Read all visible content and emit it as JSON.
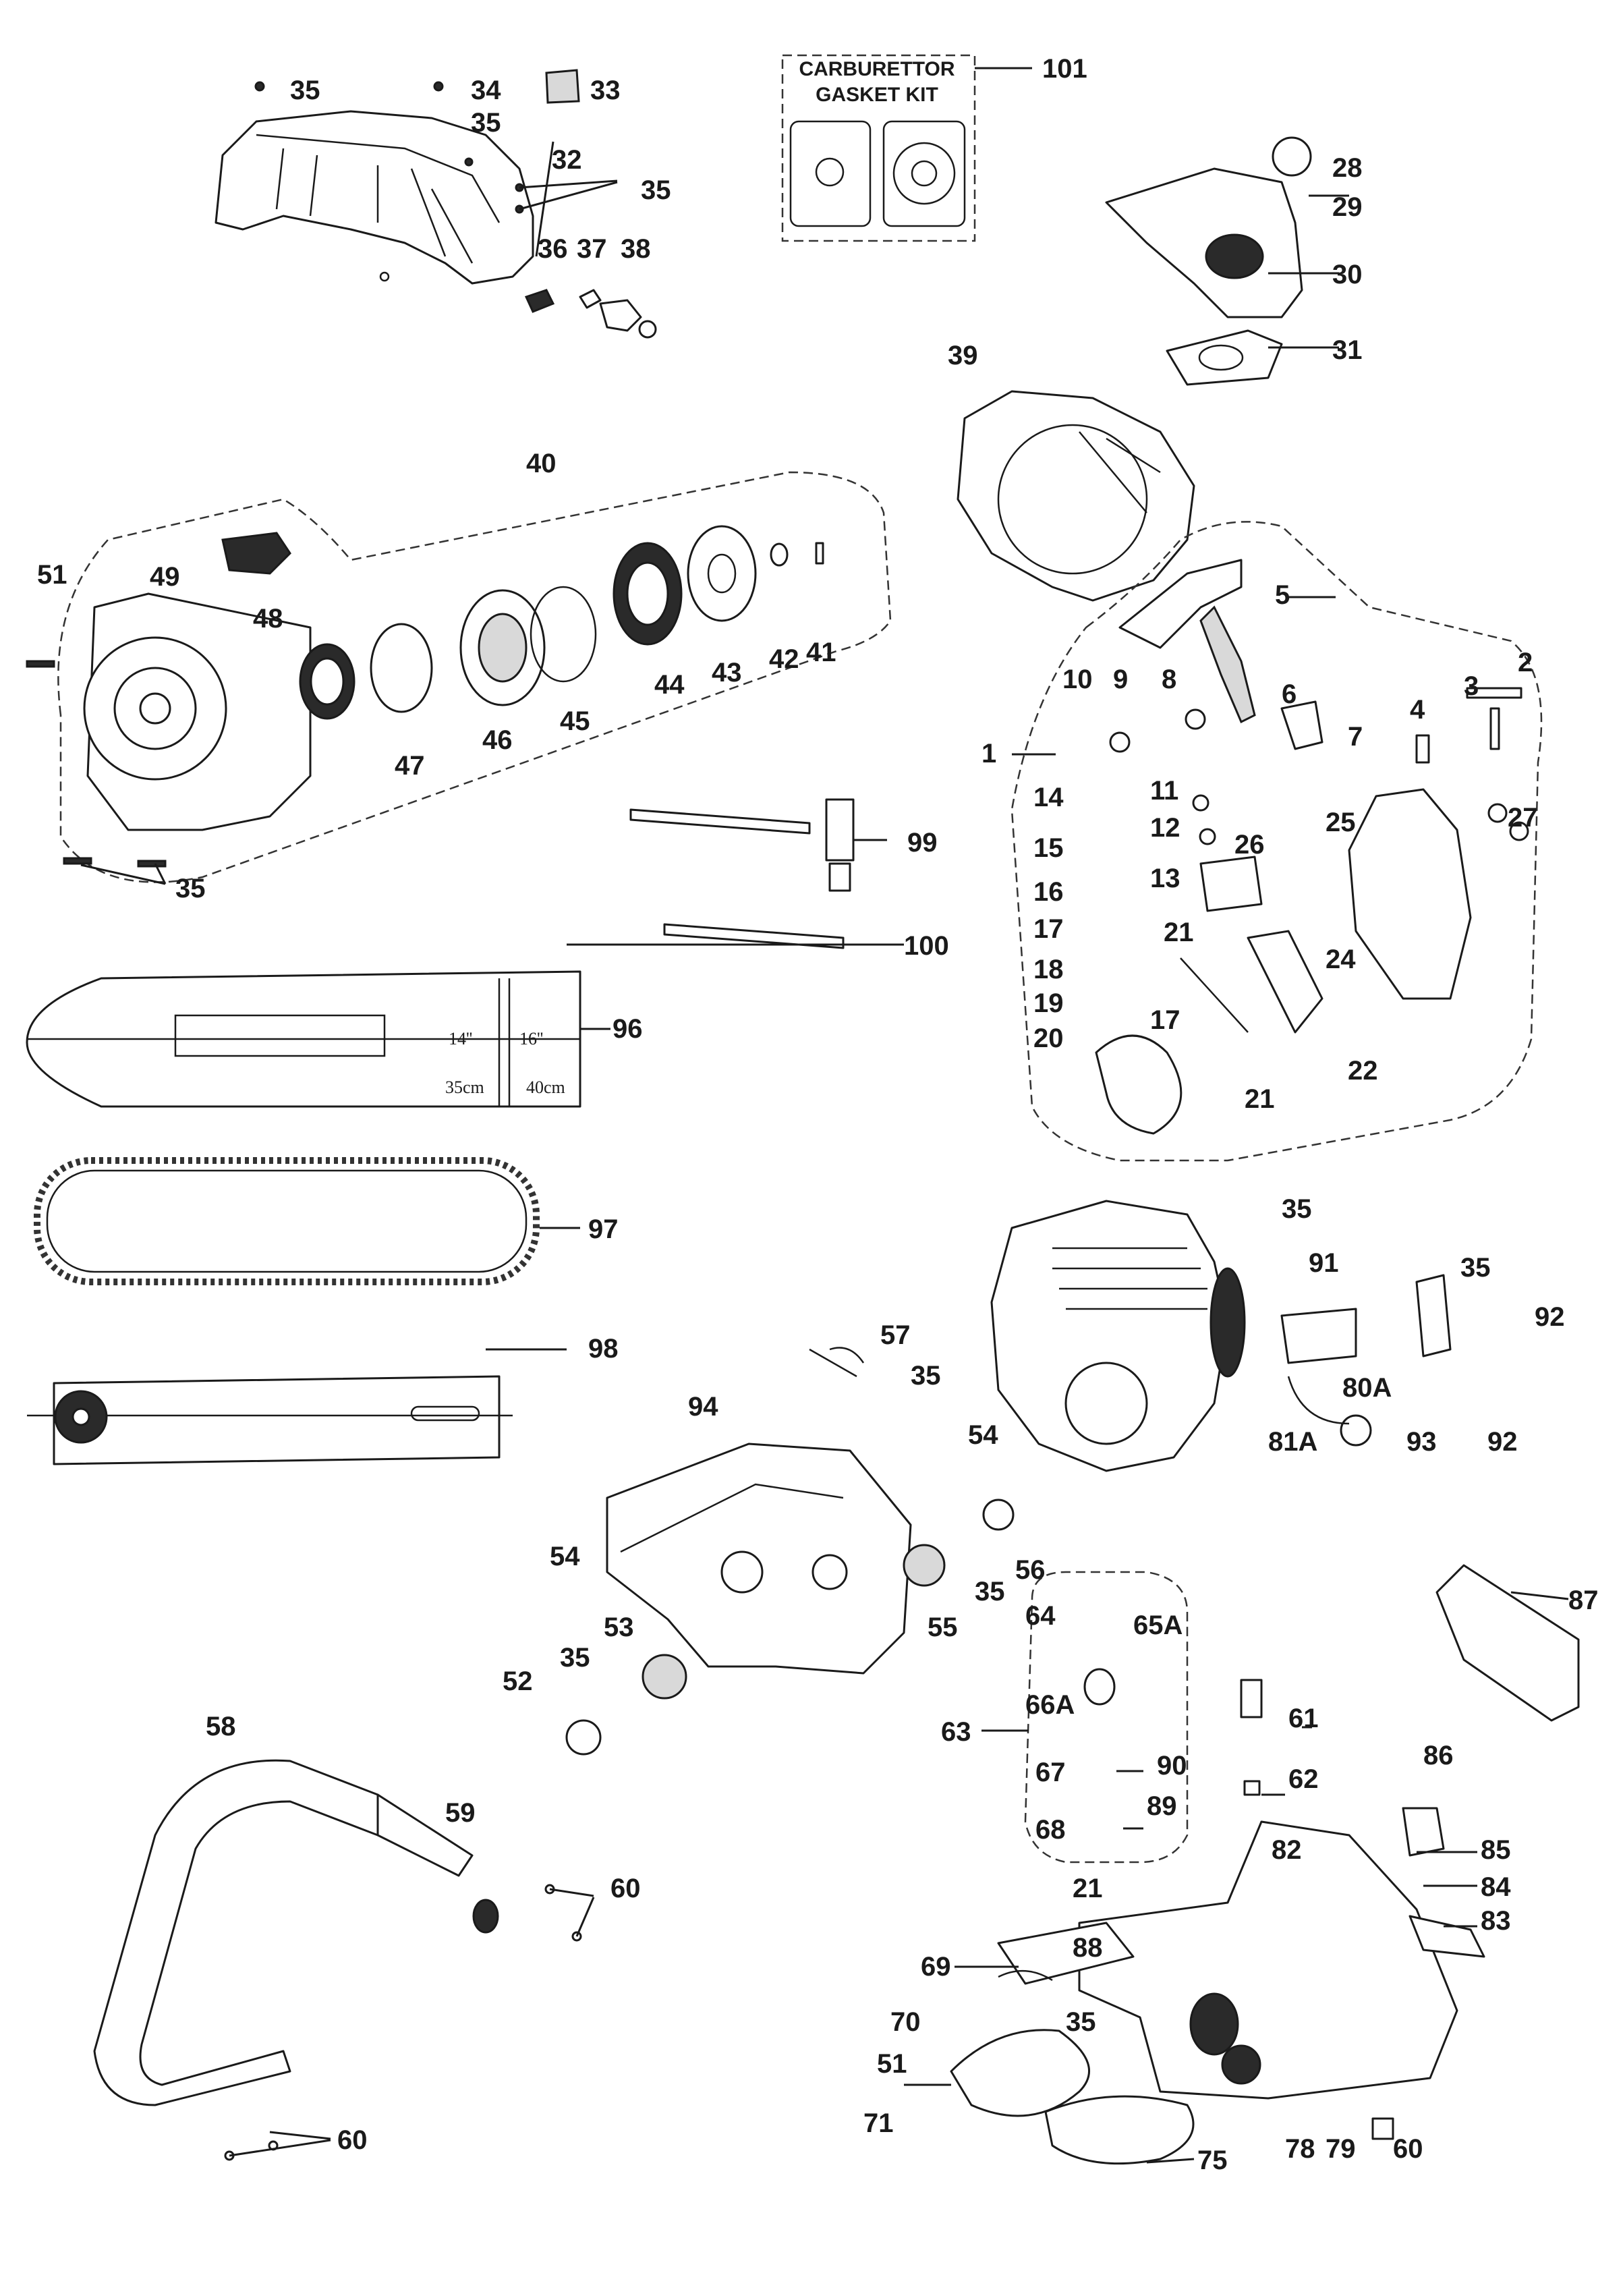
{
  "diagram": {
    "kit_label_line1": "CARBURETTOR",
    "kit_label_line2": "GASKET KIT",
    "bar_cover_marks": {
      "len_a_in": "14''",
      "len_b_in": "16''",
      "len_a_cm": "35cm",
      "len_b_cm": "40cm"
    },
    "callouts": [
      "35",
      "34",
      "35",
      "33",
      "32",
      "35",
      "36",
      "37",
      "38",
      "101",
      "28",
      "29",
      "30",
      "31",
      "39",
      "40",
      "51",
      "49",
      "48",
      "47",
      "46",
      "45",
      "44",
      "43",
      "42",
      "41",
      "35",
      "5",
      "2",
      "3",
      "4",
      "1",
      "10",
      "9",
      "8",
      "6",
      "7",
      "11",
      "12",
      "14",
      "15",
      "16",
      "17",
      "13",
      "26",
      "25",
      "27",
      "21",
      "24",
      "18",
      "19",
      "17",
      "20",
      "21",
      "22",
      "99",
      "100",
      "96",
      "97",
      "98",
      "35",
      "91",
      "35",
      "92",
      "80A",
      "81A",
      "93",
      "92",
      "57",
      "35",
      "94",
      "54",
      "54",
      "56",
      "53",
      "55",
      "35",
      "35",
      "52",
      "87",
      "64",
      "65A",
      "66A",
      "63",
      "67",
      "68",
      "61",
      "62",
      "90",
      "89",
      "86",
      "85",
      "82",
      "84",
      "83",
      "21",
      "88",
      "69",
      "70",
      "35",
      "51",
      "71",
      "75",
      "78",
      "79",
      "60",
      "58",
      "59",
      "60",
      "60"
    ]
  }
}
